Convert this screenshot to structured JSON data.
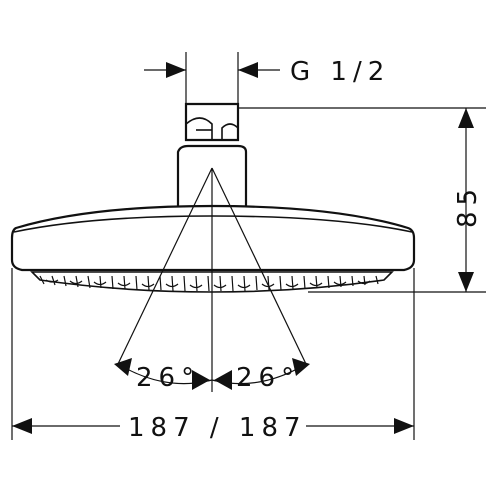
{
  "dimensions": {
    "thread": "G 1/2",
    "height": "85",
    "angle_left": "26°",
    "angle_right": "26°",
    "width": "187 / 187"
  }
}
